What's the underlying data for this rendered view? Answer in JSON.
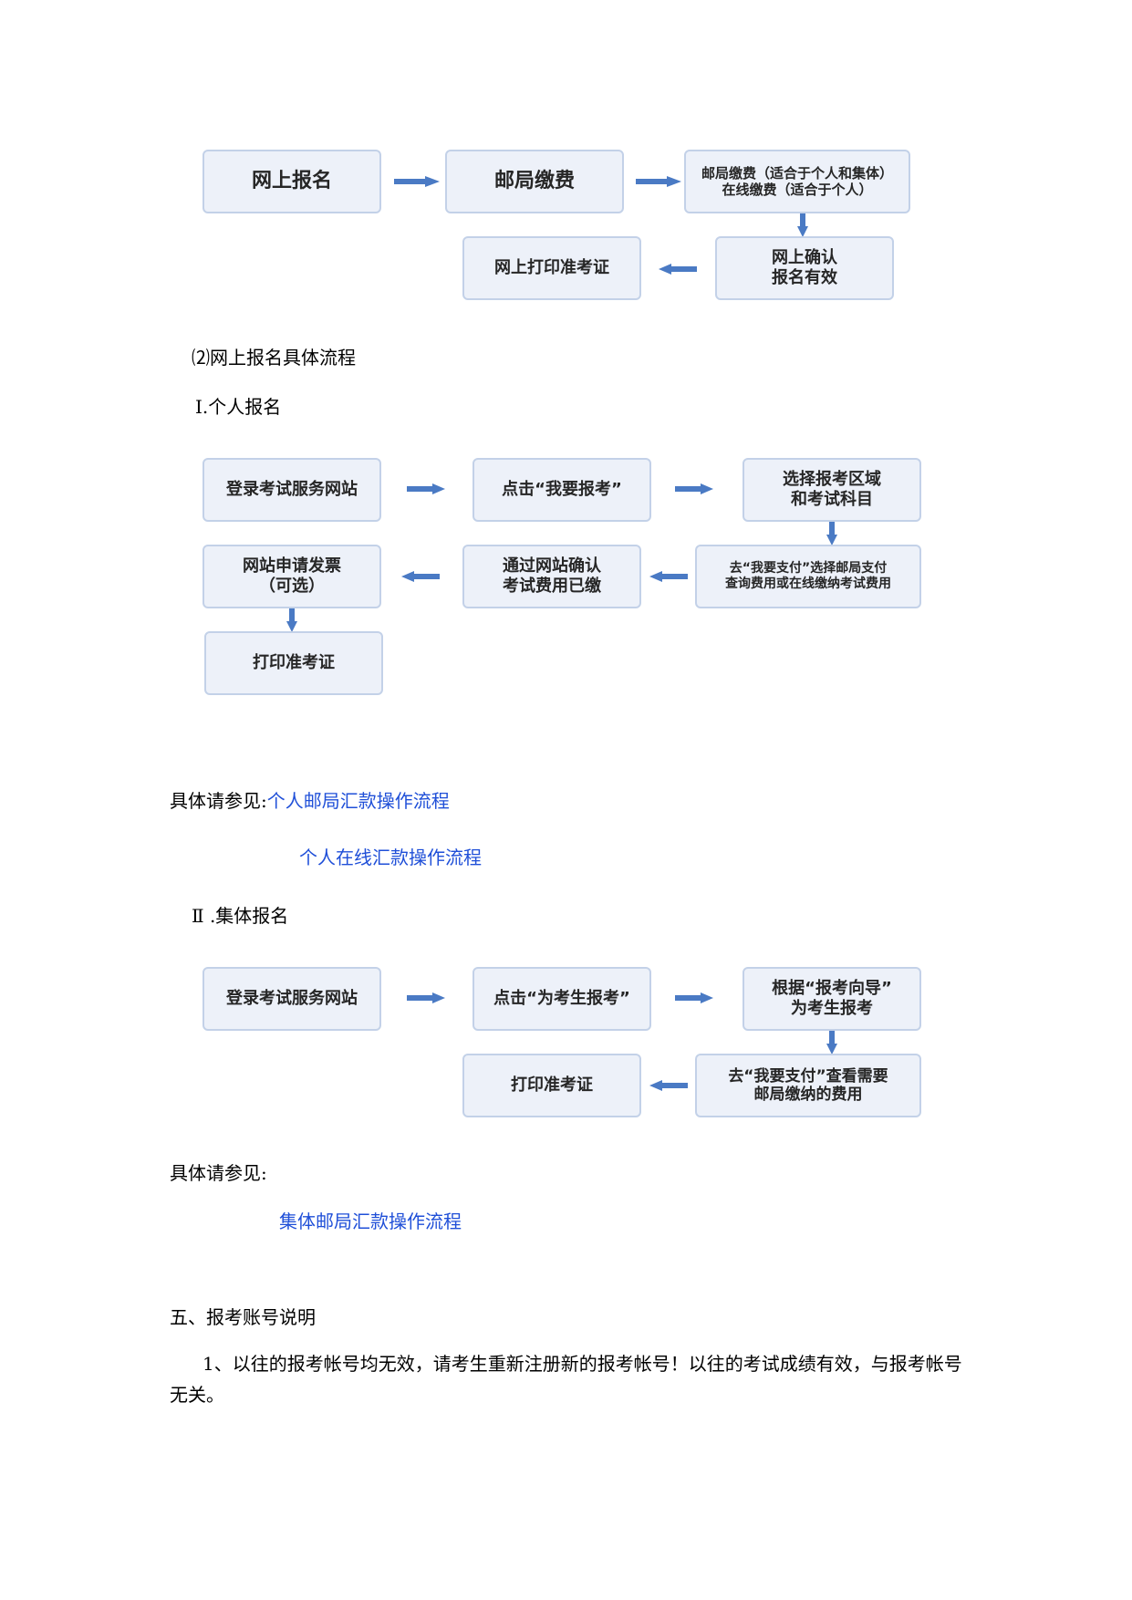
{
  "flow1": {
    "step1": "网上报名",
    "step2": "邮局缴费",
    "step3": "邮局缴费（适合于个人和集体）\n在线缴费（适合于个人）",
    "step4": "网上确认\n报名有效",
    "step5": "网上打印准考证"
  },
  "section2_heading": "⑵网上报名具体流程",
  "individual": {
    "heading": "Ⅰ.个人报名",
    "flow": {
      "step1": "登录考试服务网站",
      "step2": "点击“我要报考”",
      "step3": "选择报考区域\n和考试科目",
      "step4": "去“我要支付”选择邮局支付\n查询费用或在线缴纳考试费用",
      "step5": "通过网站确认\n考试费用已缴",
      "step6": "网站申请发票\n（可选）",
      "step7": "打印准考证"
    },
    "refer_label": "具体请参见:",
    "link1": "个人邮局汇款操作流程",
    "link2": "个人在线汇款操作流程"
  },
  "group": {
    "heading": "Ⅱ .集体报名",
    "flow": {
      "step1": "登录考试服务网站",
      "step2": "点击“为考生报考”",
      "step3": "根据“报考向导”\n为考生报考",
      "step4": "去“我要支付”查看需要\n邮局缴纳的费用",
      "step5": "打印准考证"
    },
    "refer_label": "具体请参见:",
    "link1": "集体邮局汇款操作流程"
  },
  "section5": {
    "heading": "五、报考账号说明",
    "paragraph": "1、以往的报考帐号均无效，请考生重新注册新的报考帐号！以往的考试成绩有效，与报考帐号无关。"
  },
  "colors": {
    "box_fill": "#edf1f9",
    "box_border": "#c3d1e8",
    "arrow": "#4a7ac4",
    "link": "#1f4fd8"
  }
}
